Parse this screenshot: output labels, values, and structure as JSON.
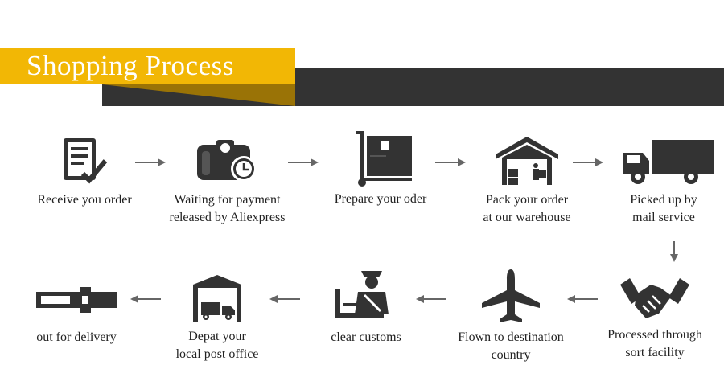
{
  "banner": {
    "title": "Shopping Process",
    "accent": "#f2b705",
    "dark": "#333333"
  },
  "steps": [
    {
      "icon": "order-checklist-icon",
      "line1": "Receive you order",
      "line2": ""
    },
    {
      "icon": "wallet-clock-icon",
      "line1": "Waiting for payment",
      "line2": "released by Aliexpress"
    },
    {
      "icon": "hand-truck-box-icon",
      "line1": "Prepare your oder",
      "line2": ""
    },
    {
      "icon": "warehouse-icon",
      "line1": "Pack your order",
      "line2": "at our warehouse"
    },
    {
      "icon": "delivery-truck-icon",
      "line1": "Picked up by",
      "line2": "mail service"
    },
    {
      "icon": "handshake-icon",
      "line1": "Processed through",
      "line2": "sort facility"
    },
    {
      "icon": "airplane-icon",
      "line1": "Flown to destination",
      "line2": "country"
    },
    {
      "icon": "customs-officer-icon",
      "line1": "clear customs",
      "line2": ""
    },
    {
      "icon": "post-office-truck-icon",
      "line1": "Depat your",
      "line2": "local post office"
    },
    {
      "icon": "barrier-gate-icon",
      "line1": "out for delivery",
      "line2": ""
    }
  ]
}
